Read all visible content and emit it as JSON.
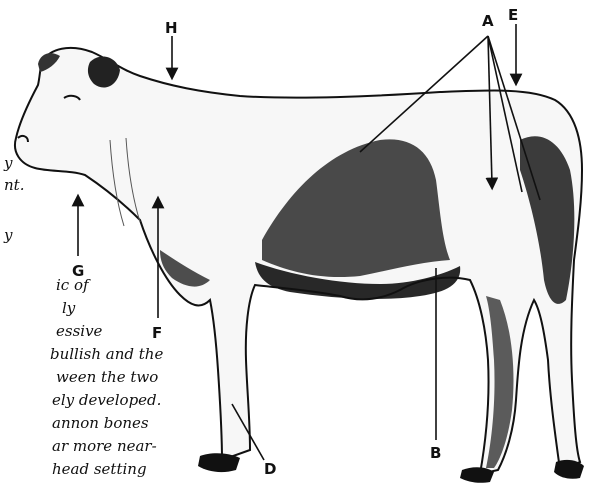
{
  "labels": {
    "A": "A",
    "B": "B",
    "D": "D",
    "E": "E",
    "F": "F",
    "G": "G",
    "H": "H"
  },
  "text_fragments": [
    "y",
    "nt.",
    "y",
    "ic of",
    "ly",
    "essive",
    "bullish and the",
    "ween the two",
    "ely developed.",
    "annon bones",
    "ar more near-",
    "head setting"
  ]
}
